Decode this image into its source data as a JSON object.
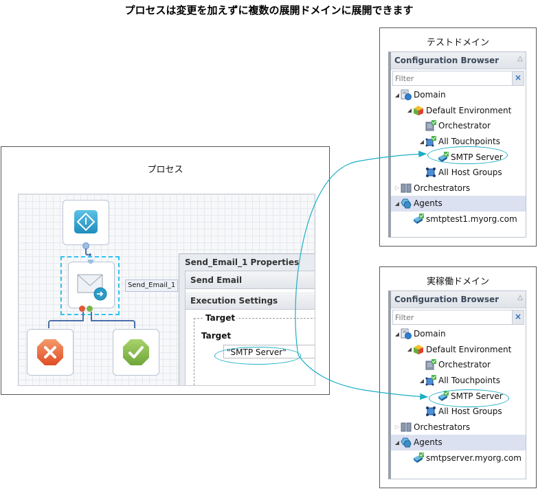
{
  "title": "プロセスは変更を加えずに複数の展開ドメインに展開できます",
  "process": {
    "label": "プロセス",
    "node_label": "Send_Email_1",
    "properties": {
      "title": "Send_Email_1 Properties",
      "sections": [
        "Send Email",
        "Execution Settings"
      ],
      "target_group_legend": "Target",
      "target_label": "Target",
      "target_value": "\"SMTP Server\""
    }
  },
  "domains": [
    {
      "label": "テストドメイン",
      "browser": {
        "title": "Configuration Browser",
        "filter_placeholder": "Filter",
        "clear_label": "×",
        "collapse_label": "△",
        "tree": [
          {
            "label": "Domain",
            "icon": "domain-icon",
            "expander": "expanded",
            "depth": 0
          },
          {
            "label": "Default Environment",
            "icon": "environment-icon",
            "expander": "expanded",
            "depth": 1
          },
          {
            "label": "Orchestrator",
            "icon": "orchestrator-icon",
            "expander": "none",
            "depth": 2
          },
          {
            "label": "All Touchpoints",
            "icon": "touchpoints-icon",
            "expander": "expanded",
            "depth": 2
          },
          {
            "label": "SMTP Server",
            "icon": "touchpoint-server-icon",
            "expander": "none",
            "depth": 3,
            "highlighted": true
          },
          {
            "label": "All Host Groups",
            "icon": "host-groups-icon",
            "expander": "none",
            "depth": 2
          },
          {
            "label": "Orchestrators",
            "icon": "orchestrators-icon",
            "expander": "collapsed",
            "depth": 0
          },
          {
            "label": "Agents",
            "icon": "agents-icon",
            "expander": "expanded",
            "depth": 0,
            "selected": true
          },
          {
            "label": "smtptest1.myorg.com",
            "icon": "agent-server-icon",
            "expander": "none",
            "depth": 1
          }
        ]
      }
    },
    {
      "label": "実稼働ドメイン",
      "browser": {
        "title": "Configuration Browser",
        "filter_placeholder": "Filter",
        "clear_label": "×",
        "collapse_label": "△",
        "tree": [
          {
            "label": "Domain",
            "icon": "domain-icon",
            "expander": "expanded",
            "depth": 0
          },
          {
            "label": "Default Environment",
            "icon": "environment-icon",
            "expander": "expanded",
            "depth": 1
          },
          {
            "label": "Orchestrator",
            "icon": "orchestrator-icon",
            "expander": "none",
            "depth": 2
          },
          {
            "label": "All Touchpoints",
            "icon": "touchpoints-icon",
            "expander": "expanded",
            "depth": 2
          },
          {
            "label": "SMTP Server",
            "icon": "touchpoint-server-icon",
            "expander": "none",
            "depth": 3,
            "highlighted": true
          },
          {
            "label": "All Host Groups",
            "icon": "host-groups-icon",
            "expander": "none",
            "depth": 2
          },
          {
            "label": "Orchestrators",
            "icon": "orchestrators-icon",
            "expander": "collapsed",
            "depth": 0
          },
          {
            "label": "Agents",
            "icon": "agents-icon",
            "expander": "expanded",
            "depth": 0,
            "selected": true
          },
          {
            "label": "smtpserver.myorg.com",
            "icon": "agent-server-icon",
            "expander": "none",
            "depth": 1
          }
        ]
      }
    }
  ],
  "colors": {
    "arrow": "#1aaec4",
    "connector": "#4a6fa8",
    "selection": "#dbe1f1",
    "selection_box": "#2fc3f0",
    "error": "#e8572a",
    "success": "#7ab648",
    "start": "#2a9cc8"
  }
}
